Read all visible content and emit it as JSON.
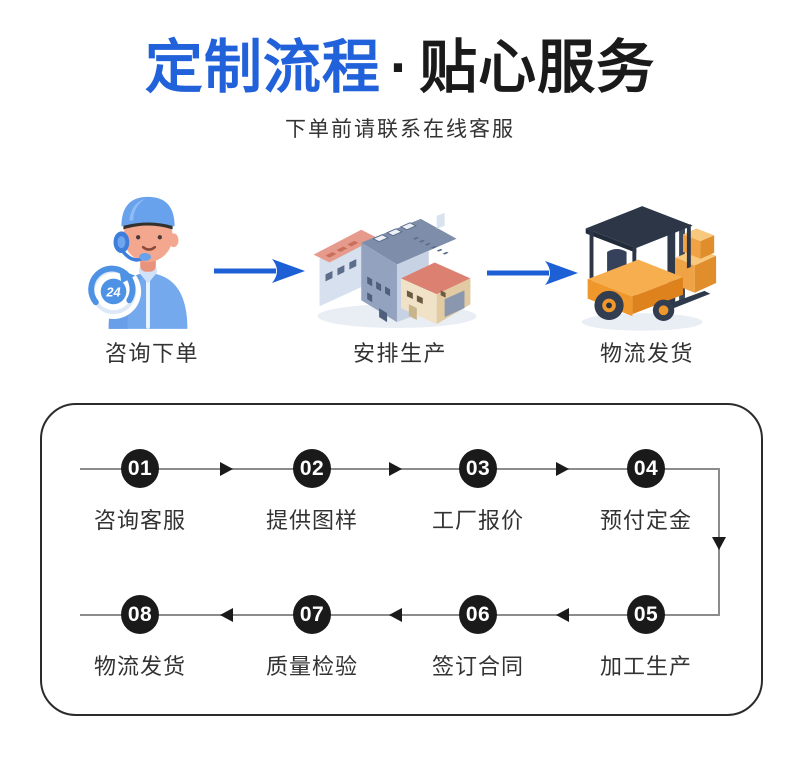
{
  "title": {
    "highlight": "定制流程",
    "separator": "·",
    "rest": "贴心服务"
  },
  "subtitle": "下单前请联系在线客服",
  "services": {
    "badge_text": "24",
    "items": [
      {
        "label": "咨询下单",
        "icon": "customer-service-24h-icon"
      },
      {
        "label": "安排生产",
        "icon": "factory-icon"
      },
      {
        "label": "物流发货",
        "icon": "forklift-icon"
      }
    ]
  },
  "flow": {
    "steps": [
      {
        "num": "01",
        "label": "咨询客服"
      },
      {
        "num": "02",
        "label": "提供图样"
      },
      {
        "num": "03",
        "label": "工厂报价"
      },
      {
        "num": "04",
        "label": "预付定金"
      },
      {
        "num": "05",
        "label": "加工生产"
      },
      {
        "num": "06",
        "label": "签订合同"
      },
      {
        "num": "07",
        "label": "质量检验"
      },
      {
        "num": "08",
        "label": "物流发货"
      }
    ]
  },
  "colors": {
    "title_blue": "#2161D9",
    "accent_blue": "#1D5FD4",
    "step_circle_black": "#1A1A1A",
    "flow_line_gray": "#8C8C8C",
    "box_border": "#2B2B2B",
    "text_dark": "#333333"
  }
}
